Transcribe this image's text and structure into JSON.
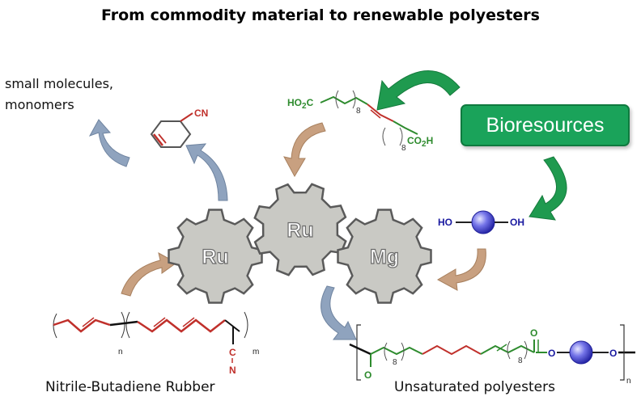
{
  "title": "From commodity material to renewable polyesters",
  "labels": {
    "small_molecules_line1": "small molecules,",
    "small_molecules_line2": "monomers",
    "bioresources": "Bioresources",
    "nbr": "Nitrile-Butadiene Rubber",
    "polyesters": "Unsaturated polyesters"
  },
  "gears": [
    {
      "label": "Ru"
    },
    {
      "label": "Ru"
    },
    {
      "label": "Mg"
    }
  ],
  "chem": {
    "cn_top": "CN",
    "diacid_left": "HO",
    "diacid_left_sub": "2",
    "diacid_left_c": "C",
    "diacid_sub8_a": "8",
    "diacid_sub8_b": "8",
    "diacid_right": "CO",
    "diacid_right_sub": "2",
    "diacid_right_h": "H",
    "diol_ho": "HO",
    "diol_oh": "OH",
    "nbr_n": "n",
    "nbr_m": "m",
    "nbr_c": "C",
    "nbr_nn": "N",
    "pe_8a": "8",
    "pe_8b": "8",
    "pe_o_top": "O",
    "pe_o_bottom": "O",
    "pe_o_link1": "O",
    "pe_o_link2": "O",
    "pe_n": "n"
  },
  "colors": {
    "red_bond": "#c0302b",
    "green_bond": "#2e8b2e",
    "blue_text": "#1a1aa0",
    "gear_fill": "#c9c9c4",
    "gear_stroke": "#5a5a5a",
    "arrow_blue": "#8fa3be",
    "arrow_tan": "#c8a080",
    "arrow_green": "#1f9a4f",
    "bioresources": "#1aa35a"
  }
}
